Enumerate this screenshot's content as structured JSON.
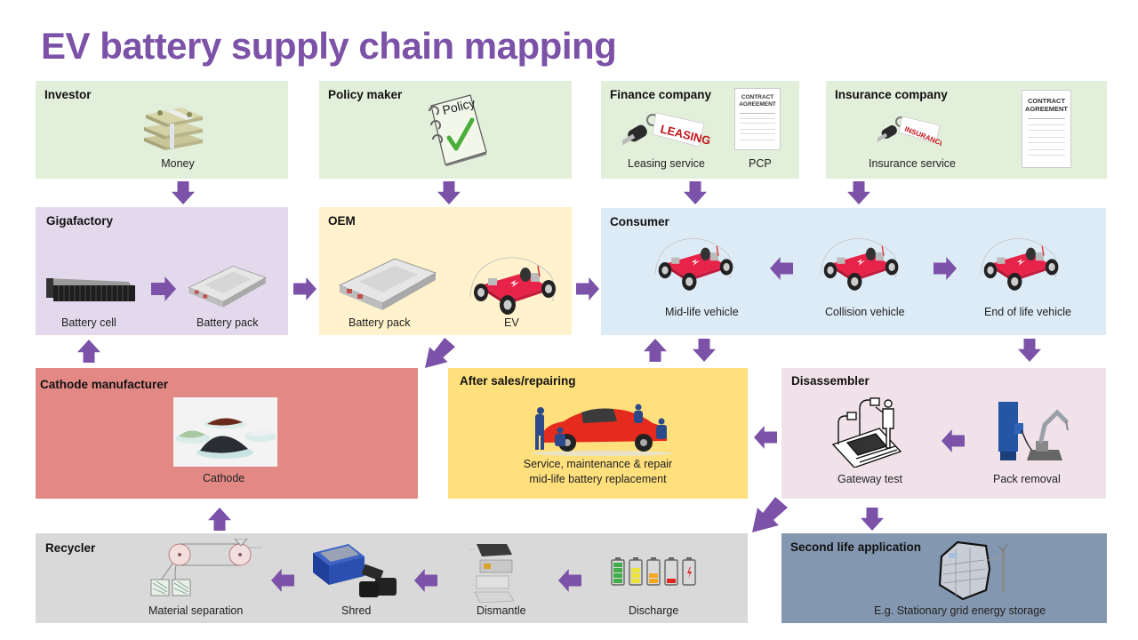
{
  "title": "EV battery supply chain mapping",
  "colors": {
    "arrow": "#7b52a8",
    "title": "#7b52a8",
    "investor_bg": "#e2efda",
    "gigafactory_bg": "#e3d9ec",
    "oem_bg": "#fff2cc",
    "consumer_bg": "#ddebf7",
    "cathode_bg": "#e28985",
    "after_sales_bg": "#ffe07d",
    "disassembler_bg": "#f1e2ea",
    "recycler_bg": "#d9d9d9",
    "second_life_bg": "#8497b0"
  },
  "stakeholders": {
    "investor": {
      "title": "Investor",
      "items": [
        "Money"
      ],
      "icons": [
        "money-stack-icon"
      ]
    },
    "policy_maker": {
      "title": "Policy maker",
      "items": [],
      "icons": [
        "policy-notebook-icon"
      ],
      "policy_word": "Policy"
    },
    "finance_company": {
      "title": "Finance company",
      "items": [
        "Leasing service",
        "PCP"
      ],
      "icons": [
        "leasing-key-icon",
        "contract-document-icon"
      ],
      "tag_text": "LEASING",
      "contract_text": [
        "CONTRACT",
        "AGREEMENT"
      ]
    },
    "insurance_company": {
      "title": "Insurance company",
      "items": [
        "Insurance service"
      ],
      "icons": [
        "insurance-key-icon",
        "contract-document-icon"
      ],
      "tag_text": "INSURANCE",
      "contract_text": [
        "CONTRACT",
        "AGREEMENT"
      ]
    },
    "gigafactory": {
      "title": "Gigafactory",
      "items": [
        "Battery cell",
        "Battery pack"
      ],
      "icons": [
        "battery-cell-icon",
        "battery-pack-icon"
      ]
    },
    "oem": {
      "title": "OEM",
      "items": [
        "Battery pack",
        "EV"
      ],
      "icons": [
        "battery-pack-icon",
        "ev-chassis-icon"
      ]
    },
    "consumer": {
      "title": "Consumer",
      "items": [
        "Mid-life vehicle",
        "Collision vehicle",
        "End of life vehicle"
      ],
      "icons": [
        "ev-chassis-icon",
        "ev-chassis-icon",
        "ev-chassis-icon"
      ]
    },
    "cathode_manufacturer": {
      "title": "Cathode manufacturer",
      "items": [
        "Cathode"
      ],
      "icons": [
        "cathode-powder-icon"
      ]
    },
    "after_sales": {
      "title": "After sales/repairing",
      "items": [
        "Service, maintenance & repair",
        "mid-life battery replacement"
      ],
      "icons": [
        "car-repair-icon"
      ]
    },
    "disassembler": {
      "title": "Disassembler",
      "items": [
        "Gateway test",
        "Pack removal"
      ],
      "icons": [
        "gateway-test-icon",
        "robot-arm-icon"
      ]
    },
    "recycler": {
      "title": "Recycler",
      "items": [
        "Material separation",
        "Shred",
        "Dismantle",
        "Discharge"
      ],
      "icons": [
        "separation-icon",
        "shredder-icon",
        "dismantle-icon",
        "battery-levels-icon"
      ]
    },
    "second_life": {
      "title": "Second life application",
      "items": [
        "E.g. Stationary grid energy storage"
      ],
      "icons": [
        "grid-storage-icon"
      ]
    }
  },
  "flows": [
    {
      "from": "Investor",
      "to": "Gigafactory",
      "direction": "down"
    },
    {
      "from": "Policy maker",
      "to": "OEM",
      "direction": "down"
    },
    {
      "from": "Finance company",
      "to": "Consumer",
      "direction": "down"
    },
    {
      "from": "Insurance company",
      "to": "Consumer",
      "direction": "down"
    },
    {
      "from": "Battery cell",
      "to": "Battery pack",
      "direction": "right"
    },
    {
      "from": "Gigafactory",
      "to": "OEM",
      "direction": "right"
    },
    {
      "from": "OEM",
      "to": "Consumer",
      "direction": "right"
    },
    {
      "from": "Collision vehicle",
      "to": "Mid-life vehicle",
      "direction": "left"
    },
    {
      "from": "Collision vehicle",
      "to": "End of life vehicle",
      "direction": "right"
    },
    {
      "from": "Cathode manufacturer",
      "to": "Gigafactory",
      "direction": "up"
    },
    {
      "from": "OEM",
      "to": "After sales/repairing",
      "direction": "down-left"
    },
    {
      "from": "After sales/repairing",
      "to": "Consumer",
      "direction": "up"
    },
    {
      "from": "Consumer",
      "to": "After sales/repairing",
      "direction": "down"
    },
    {
      "from": "Consumer",
      "to": "Disassembler",
      "direction": "down"
    },
    {
      "from": "Pack removal",
      "to": "Gateway test",
      "direction": "left"
    },
    {
      "from": "Disassembler",
      "to": "After sales/repairing",
      "direction": "left"
    },
    {
      "from": "Disassembler",
      "to": "Recycler",
      "direction": "down-left"
    },
    {
      "from": "Disassembler",
      "to": "Second life application",
      "direction": "down"
    },
    {
      "from": "Discharge",
      "to": "Dismantle",
      "direction": "left"
    },
    {
      "from": "Dismantle",
      "to": "Shred",
      "direction": "left"
    },
    {
      "from": "Shred",
      "to": "Material separation",
      "direction": "left"
    },
    {
      "from": "Recycler",
      "to": "Cathode manufacturer",
      "direction": "up"
    }
  ]
}
